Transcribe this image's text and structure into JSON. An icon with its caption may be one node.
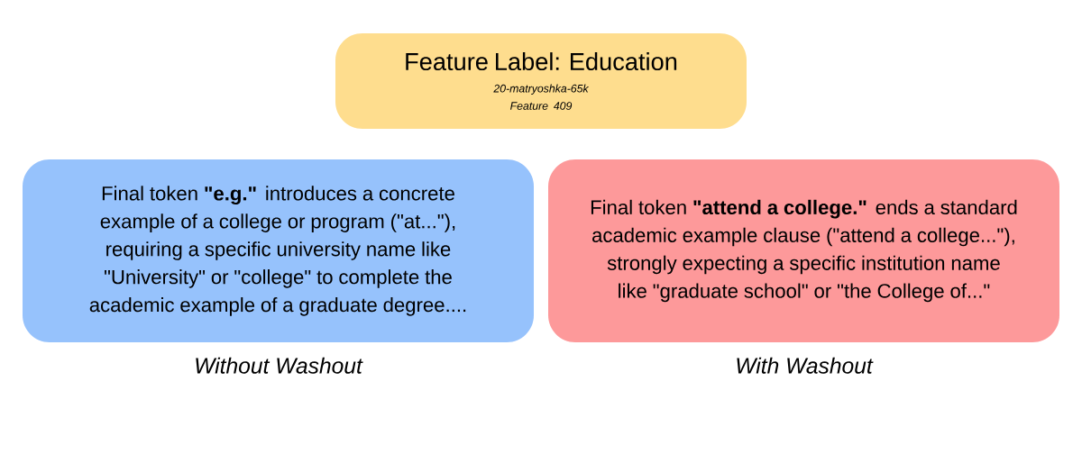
{
  "diagram": {
    "nodes": [
      {
        "text": [
          "Feature Label: Education",
          "20-matryoshka-65k",
          "Feature 409"
        ]
      },
      {
        "text": [
          "Final token **\"e.g.\"** introduces a concrete example of a college or program (\"at...\"), requiring a specific university name like \"University\" or \"college\" to complete the academic example of a graduate degree...."
        ],
        "beside": [
          "Without Washout"
        ]
      },
      {
        "text": [
          "Final token **\"attend a college.\"** ends a standard academic example clause (\"attend a college...\"), strongly expecting a specific institution name like \"graduate school\" or \"the College of...\""
        ],
        "beside": [
          "With Washout"
        ]
      }
    ]
  }
}
